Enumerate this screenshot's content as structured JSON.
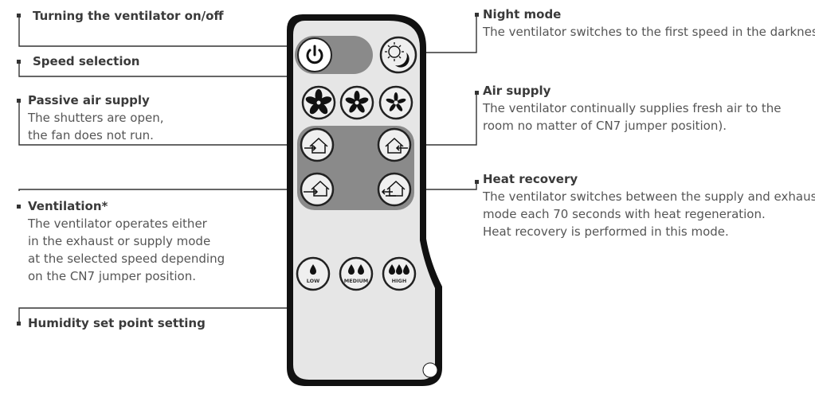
{
  "labels": {
    "power": {
      "title": "Turning the ventilator on/off"
    },
    "speed": {
      "title": "Speed selection"
    },
    "passive": {
      "title": "Passive air supply",
      "lines": [
        "The shutters are open,",
        "the fan does not run."
      ]
    },
    "ventilation": {
      "title": "Ventilation*",
      "lines": [
        "The ventilator operates either",
        "in the exhaust or supply mode",
        "at the selected speed depending",
        "on the CN7 jumper position."
      ]
    },
    "humidity": {
      "title": "Humidity set point setting"
    },
    "night": {
      "title": "Night mode",
      "lines": [
        "The ventilator switches to the first speed in the darkness."
      ]
    },
    "air_supply": {
      "title": "Air supply",
      "lines": [
        "The ventilator continually supplies fresh air to the",
        "room no matter of  CN7 jumper position)."
      ]
    },
    "heat_recovery": {
      "title": "Heat recovery",
      "lines": [
        "The ventilator switches between the supply and exhaust",
        "mode each 70 seconds with heat regeneration.",
        "Heat recovery is performed in this mode."
      ]
    }
  },
  "remote": {
    "humidity_buttons": {
      "low": "LOW",
      "medium": "MEDIUM",
      "high": "HIGH"
    }
  },
  "icons": [
    "power-icon",
    "night-mode-icon",
    "fan-speed-icon",
    "house-airflow-icon",
    "water-drop-icon"
  ],
  "colors": {
    "remote_body": "#111111",
    "remote_face": "#e6e6e6",
    "button": "#efefef",
    "panel": "#8a8a8a",
    "line": "#333333"
  }
}
